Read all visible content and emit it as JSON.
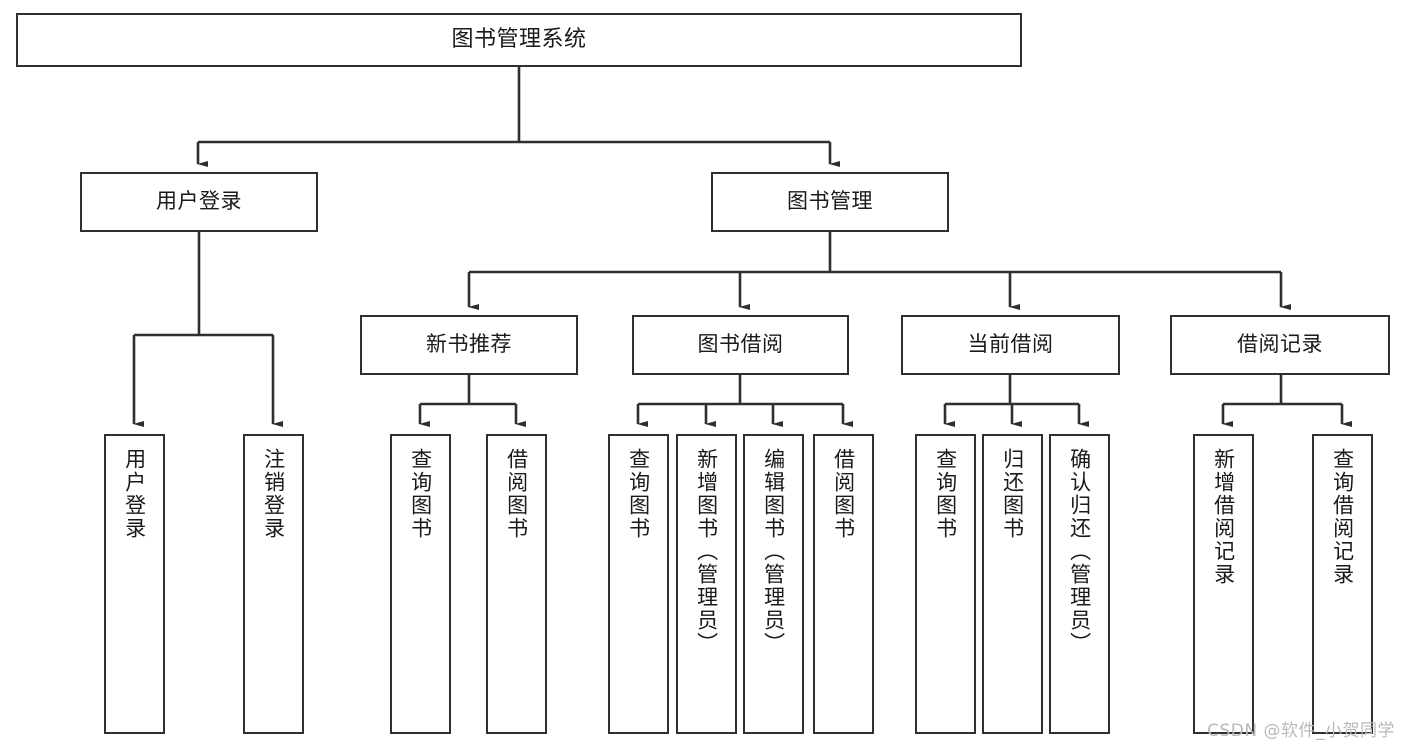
{
  "diagram": {
    "type": "tree-hierarchy",
    "title": "图书管理系统",
    "stroke_color": "#2f2f2f",
    "fill_color": "#ffffff",
    "text_color": "#1a1a1a",
    "root": {
      "id": "root",
      "label": "图书管理系统"
    },
    "level1": [
      {
        "id": "user-login",
        "label": "用户登录"
      },
      {
        "id": "book-manage",
        "label": "图书管理"
      }
    ],
    "level2": [
      {
        "id": "new-book-rec",
        "label": "新书推荐",
        "parent": "book-manage"
      },
      {
        "id": "book-borrow",
        "label": "图书借阅",
        "parent": "book-manage"
      },
      {
        "id": "current-borrow",
        "label": "当前借阅",
        "parent": "book-manage"
      },
      {
        "id": "borrow-record",
        "label": "借阅记录",
        "parent": "book-manage"
      }
    ],
    "leaves": [
      {
        "id": "leaf-user-login",
        "label": "用户登录",
        "parent": "user-login"
      },
      {
        "id": "leaf-logout",
        "label": "注销登录",
        "parent": "user-login"
      },
      {
        "id": "leaf-query-book-1",
        "label": "查询图书",
        "parent": "new-book-rec"
      },
      {
        "id": "leaf-borrow-book-1",
        "label": "借阅图书",
        "parent": "new-book-rec"
      },
      {
        "id": "leaf-query-book-2",
        "label": "查询图书",
        "parent": "book-borrow"
      },
      {
        "id": "leaf-add-book",
        "label": "新增图书（管理员）",
        "parent": "book-borrow"
      },
      {
        "id": "leaf-edit-book",
        "label": "编辑图书（管理员）",
        "parent": "book-borrow"
      },
      {
        "id": "leaf-borrow-book-2",
        "label": "借阅图书",
        "parent": "book-borrow"
      },
      {
        "id": "leaf-query-book-3",
        "label": "查询图书",
        "parent": "current-borrow"
      },
      {
        "id": "leaf-return-book",
        "label": "归还图书",
        "parent": "current-borrow"
      },
      {
        "id": "leaf-confirm-return",
        "label": "确认归还（管理员）",
        "parent": "current-borrow"
      },
      {
        "id": "leaf-add-record",
        "label": "新增借阅记录",
        "parent": "borrow-record"
      },
      {
        "id": "leaf-query-record",
        "label": "查询借阅记录",
        "parent": "borrow-record"
      }
    ],
    "watermark": "CSDN @软件_小贺同学"
  }
}
